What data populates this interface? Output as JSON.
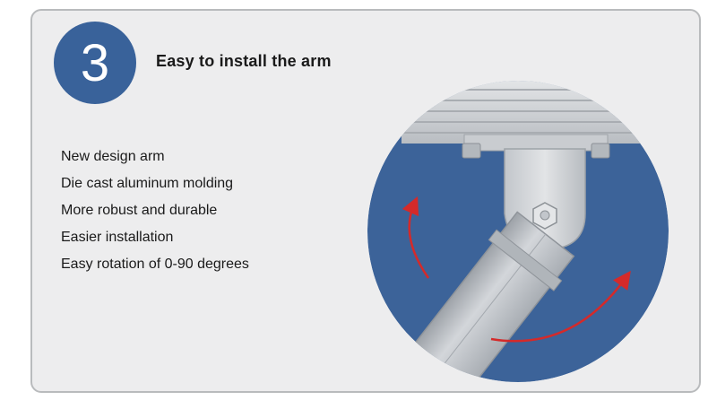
{
  "step": {
    "number": "3",
    "title": "Easy to install the arm"
  },
  "features": [
    "New design arm",
    "Die cast aluminum molding",
    "More robust and durable",
    "Easier installation",
    "Easy rotation of 0-90 degrees"
  ],
  "colors": {
    "card_background": "#ededee",
    "card_border": "#b9bbbd",
    "badge_blue": "#39629a",
    "circle_blue": "#3c6399",
    "arrow_red": "#d42a2a",
    "metal_silver": "#c9ccd0"
  }
}
